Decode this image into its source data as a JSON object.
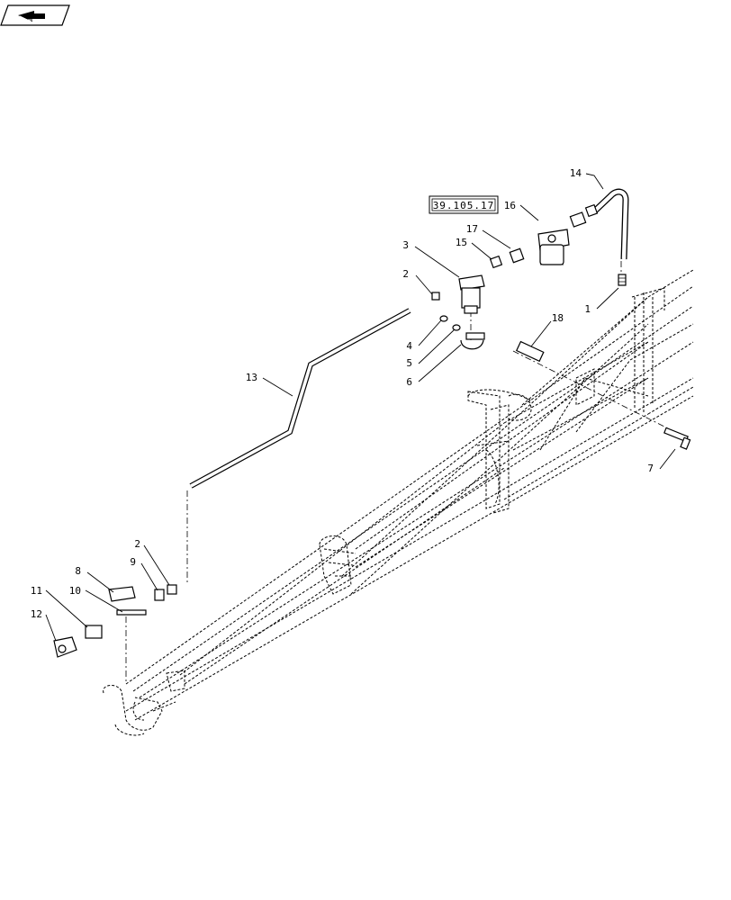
{
  "nav_icon": "next-page-arrow-icon",
  "reference_box": "39.105.17",
  "callouts": {
    "c1": "1",
    "c2a": "2",
    "c2b": "2",
    "c3": "3",
    "c4": "4",
    "c5": "5",
    "c6": "6",
    "c7": "7",
    "c8": "8",
    "c9": "9",
    "c10": "10",
    "c11": "11",
    "c12": "12",
    "c13": "13",
    "c14": "14",
    "c15": "15",
    "c16": "16",
    "c17": "17",
    "c18": "18"
  }
}
